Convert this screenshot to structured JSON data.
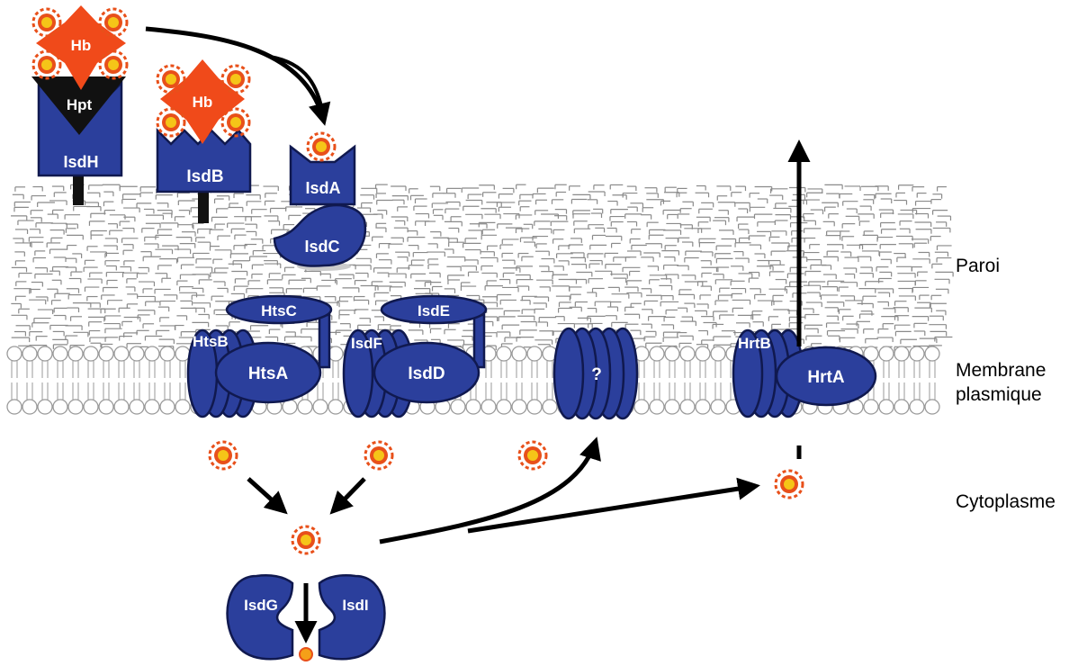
{
  "regions": {
    "wall": "Paroi",
    "membrane_line1": "Membrane",
    "membrane_line2": "plasmique",
    "cytoplasm": "Cytoplasme"
  },
  "proteins": {
    "hb1": "Hb",
    "hpt": "Hpt",
    "isdh": "IsdH",
    "hb2": "Hb",
    "isdb": "IsdB",
    "isda": "IsdA",
    "isdc": "IsdC",
    "htsc": "HtsC",
    "htsb": "HtsB",
    "htsa": "HtsA",
    "isde": "IsdE",
    "isdf": "IsdF",
    "isdd": "IsdD",
    "unknown": "?",
    "hrtb": "HrtB",
    "hrta": "HrtA",
    "isdg": "IsdG",
    "isdi": "IsdI"
  },
  "colors": {
    "protein": "#2b3f9c",
    "hemoglobin": "#f04a1a",
    "heme": "#e8501a",
    "heme_core": "#f5c518",
    "cell_wall": "#8a8a8a",
    "membrane": "#9a9a9a"
  }
}
